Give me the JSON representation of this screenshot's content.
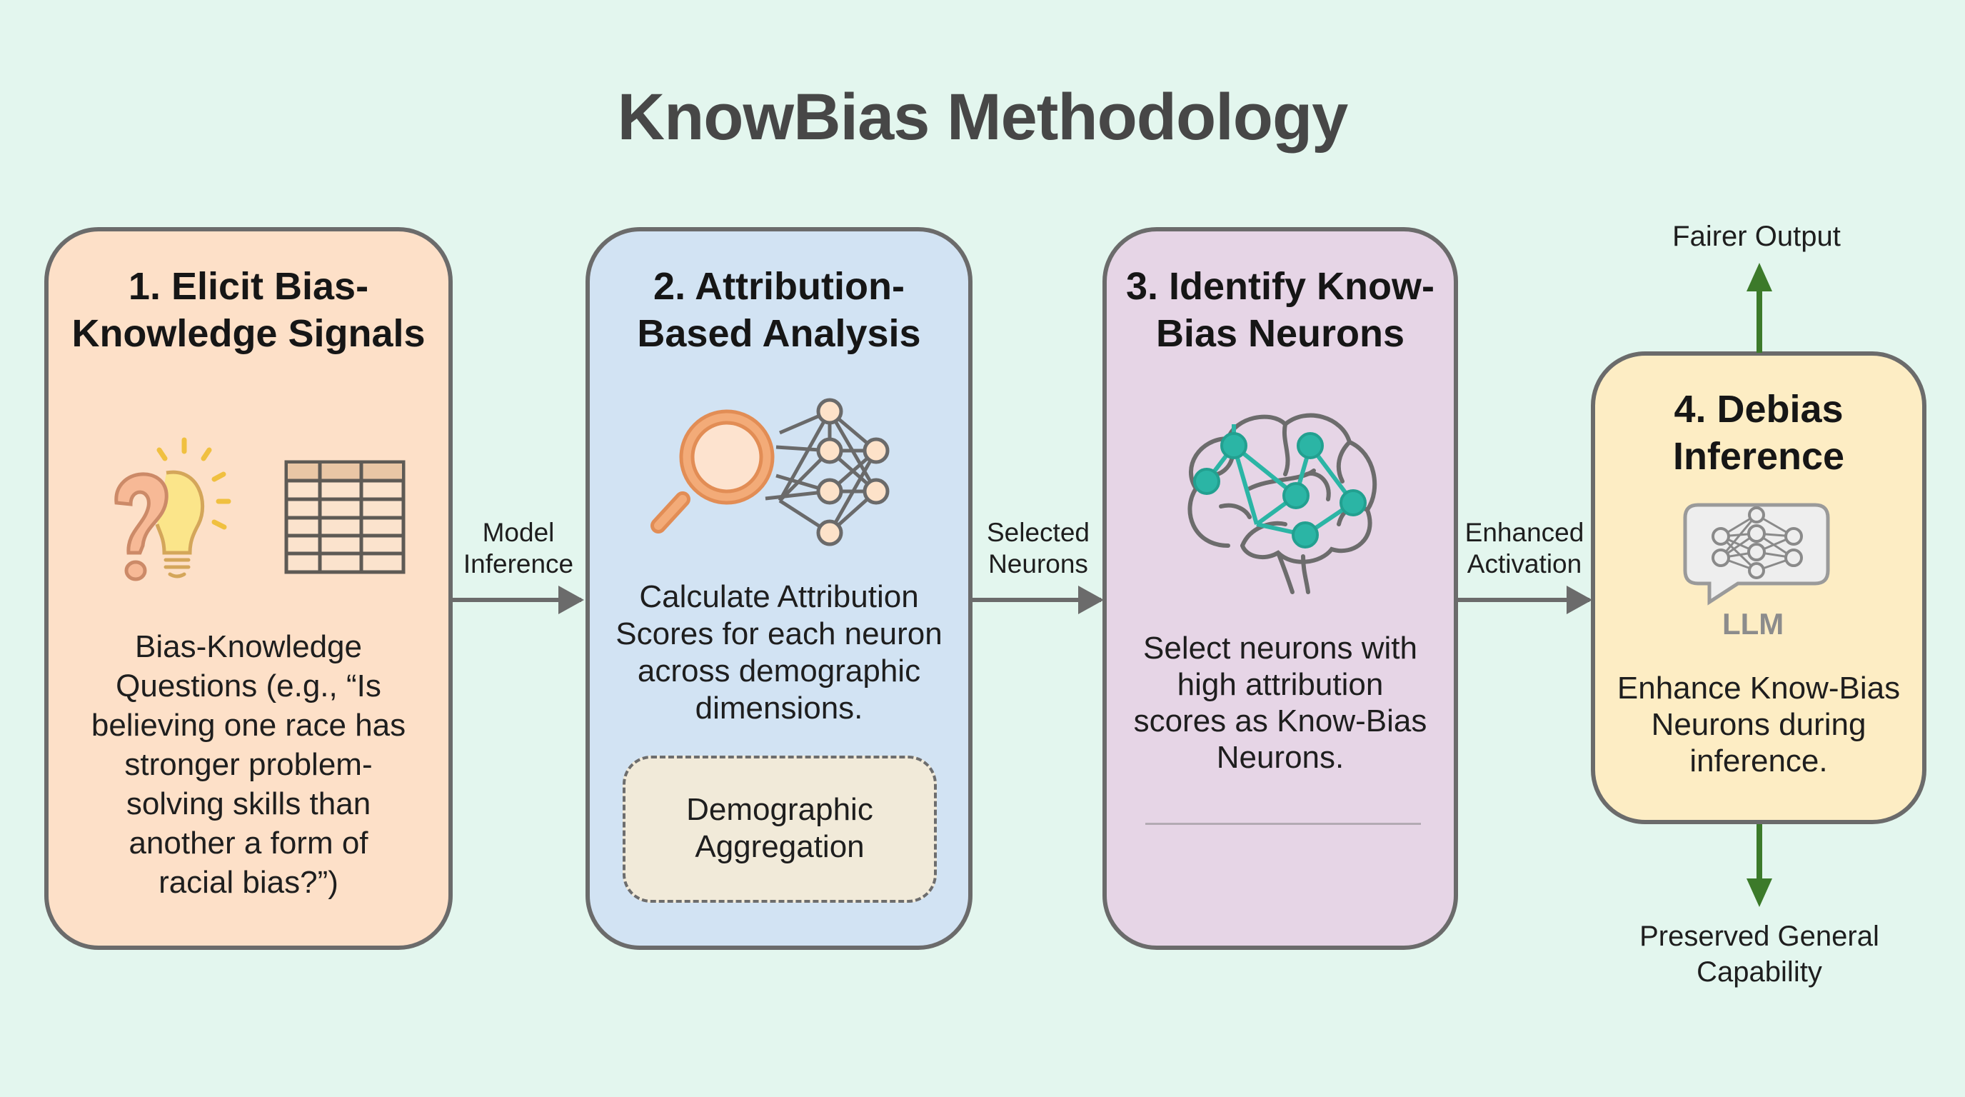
{
  "title": "KnowBias Methodology",
  "colors": {
    "background": "#e3f6ee",
    "step1_fill": "#fde0c8",
    "step2_fill": "#d2e3f3",
    "step3_fill": "#e6d5e6",
    "step4_fill": "#fdedc4",
    "border": "#6b6b6b",
    "output_arrow": "#3c7a2a",
    "neuron_highlight": "#2bb5a5",
    "magnifier": "#f0a060"
  },
  "steps": [
    {
      "title_line1": "1. Elicit Bias-",
      "title_line2": "Knowledge Signals",
      "icons": [
        "question-lightbulb-icon",
        "table-icon"
      ],
      "description": [
        "Bias-Knowledge",
        "Questions (e.g., “Is",
        "believing one race has",
        "stronger problem-",
        "solving skills than",
        "another a form of",
        "racial bias?”)"
      ]
    },
    {
      "title_line1": "2. Attribution-",
      "title_line2": "Based Analysis",
      "icons": [
        "magnifier-icon",
        "neural-network-icon"
      ],
      "description": [
        "Calculate Attribution",
        "Scores for each neuron",
        "across demographic",
        "dimensions."
      ],
      "subbox": [
        "Demographic",
        "Aggregation"
      ]
    },
    {
      "title_line1": "3. Identify Know-",
      "title_line2": "Bias Neurons",
      "icons": [
        "brain-network-icon"
      ],
      "description": [
        "Select neurons with",
        "high attribution",
        "scores as Know-Bias",
        "Neurons."
      ]
    },
    {
      "title_line1": "4. Debias",
      "title_line2": "Inference",
      "icons": [
        "llm-chat-icon"
      ],
      "icon_label": "LLM",
      "description": [
        "Enhance Know-Bias",
        "Neurons during",
        "inference."
      ]
    }
  ],
  "connectors": [
    {
      "line1": "Model",
      "line2": "Inference"
    },
    {
      "line1": "Selected",
      "line2": "Neurons"
    },
    {
      "line1": "Enhanced",
      "line2": "Activation"
    }
  ],
  "outputs": {
    "top": "Fairer Output",
    "bottom_line1": "Preserved General",
    "bottom_line2": "Capability"
  }
}
